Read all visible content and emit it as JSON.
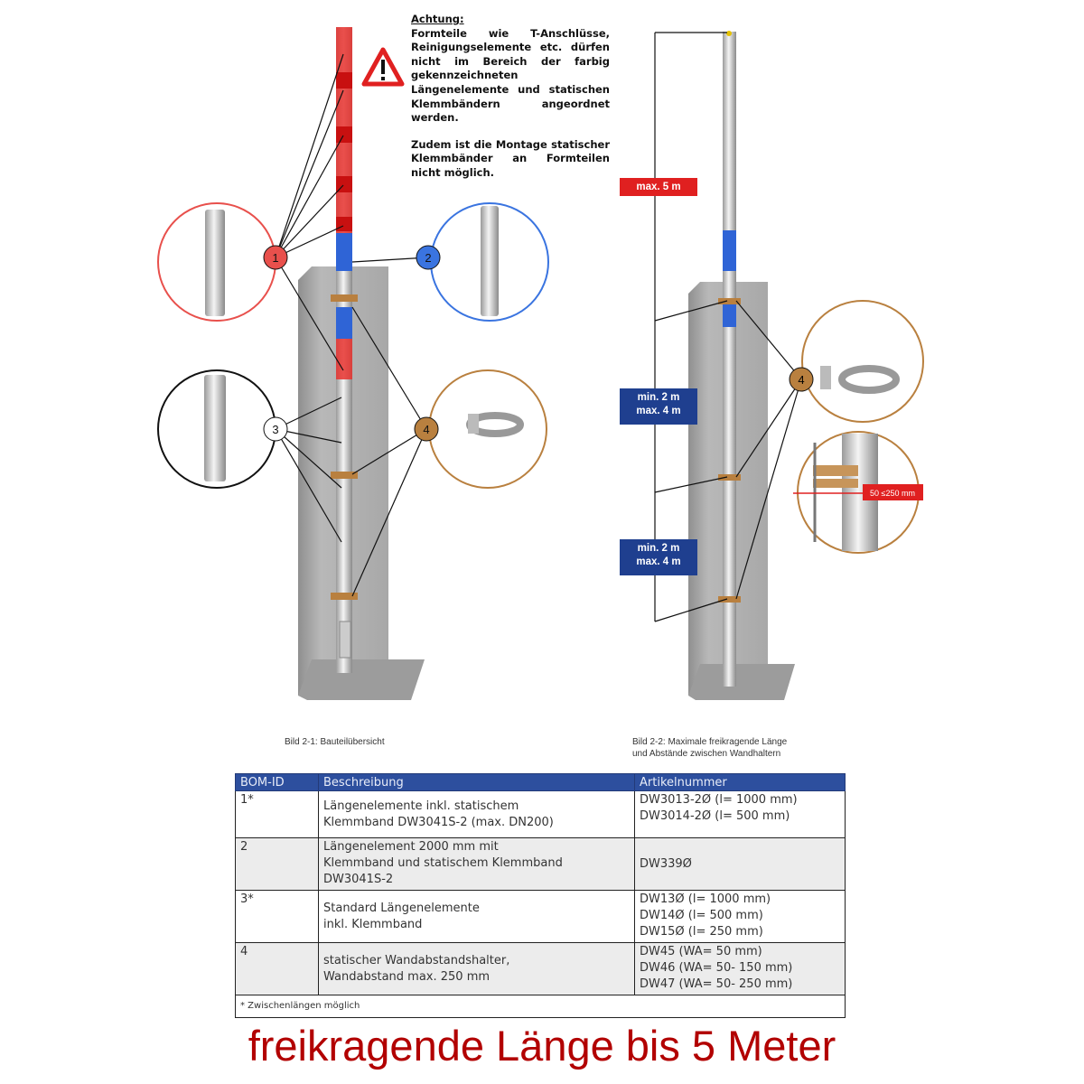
{
  "warning": {
    "title": "Achtung:",
    "paragraph1": "Formteile wie T-Anschlüsse, Reinigungselemente etc. dürfen nicht im Bereich der farbig gekennzeichneten Längenelemente und statischen Klemmbändern angeordnet werden.",
    "paragraph2": "Zudem ist die Montage statischer Klemmbänder an Formteilen nicht möglich."
  },
  "figure1": {
    "caption": "Bild 2-1: Bauteilübersicht",
    "markers": [
      "1",
      "2",
      "3",
      "4"
    ]
  },
  "figure2": {
    "caption_line1": "Bild 2-2: Maximale freikragende Länge",
    "caption_line2": "und Abstände zwischen Wandhaltern",
    "marker": "4",
    "dim_top": "max. 5 m",
    "dim_mid_line1": "min. 2 m",
    "dim_mid_line2": "max. 4 m",
    "dim_bot_line1": "min. 2 m",
    "dim_bot_line2": "max. 4 m",
    "distance_label": "50 ≤250 mm"
  },
  "colors": {
    "red": "#e8332f",
    "blue": "#2f64d6",
    "brown": "#b9803f",
    "slogan": "#b20000",
    "table_header": "#2d4f9e"
  },
  "table": {
    "headers": [
      "BOM-ID",
      "Beschreibung",
      "Artikelnummer"
    ],
    "rows": [
      {
        "id": "1*",
        "desc": [
          "Längenelemente inkl. statischem",
          "Klemmband DW3041S-2 (max. DN200)"
        ],
        "art": [
          "DW3013-2Ø  (l= 1000 mm)",
          "DW3014-2Ø  (l= 500 mm)"
        ]
      },
      {
        "id": "2",
        "desc": [
          "Längenelement 2000 mm mit",
          "Klemmband und statischem Klemmband",
          "DW3041S-2"
        ],
        "art": [
          "DW339Ø"
        ]
      },
      {
        "id": "3*",
        "desc": [
          "Standard Längenelemente",
          "inkl. Klemmband"
        ],
        "art": [
          "DW13Ø  (l= 1000 mm)",
          "DW14Ø  (l= 500 mm)",
          "DW15Ø  (l= 250 mm)"
        ]
      },
      {
        "id": "4",
        "desc": [
          "statischer Wandabstandshalter,",
          "Wandabstand max. 250 mm"
        ],
        "art": [
          "DW45  (WA= 50 mm)",
          "DW46  (WA= 50- 150 mm)",
          "DW47  (WA= 50- 250 mm)"
        ]
      }
    ],
    "footnote": "* Zwischenlängen möglich"
  },
  "slogan": "freikragende Länge bis 5 Meter"
}
